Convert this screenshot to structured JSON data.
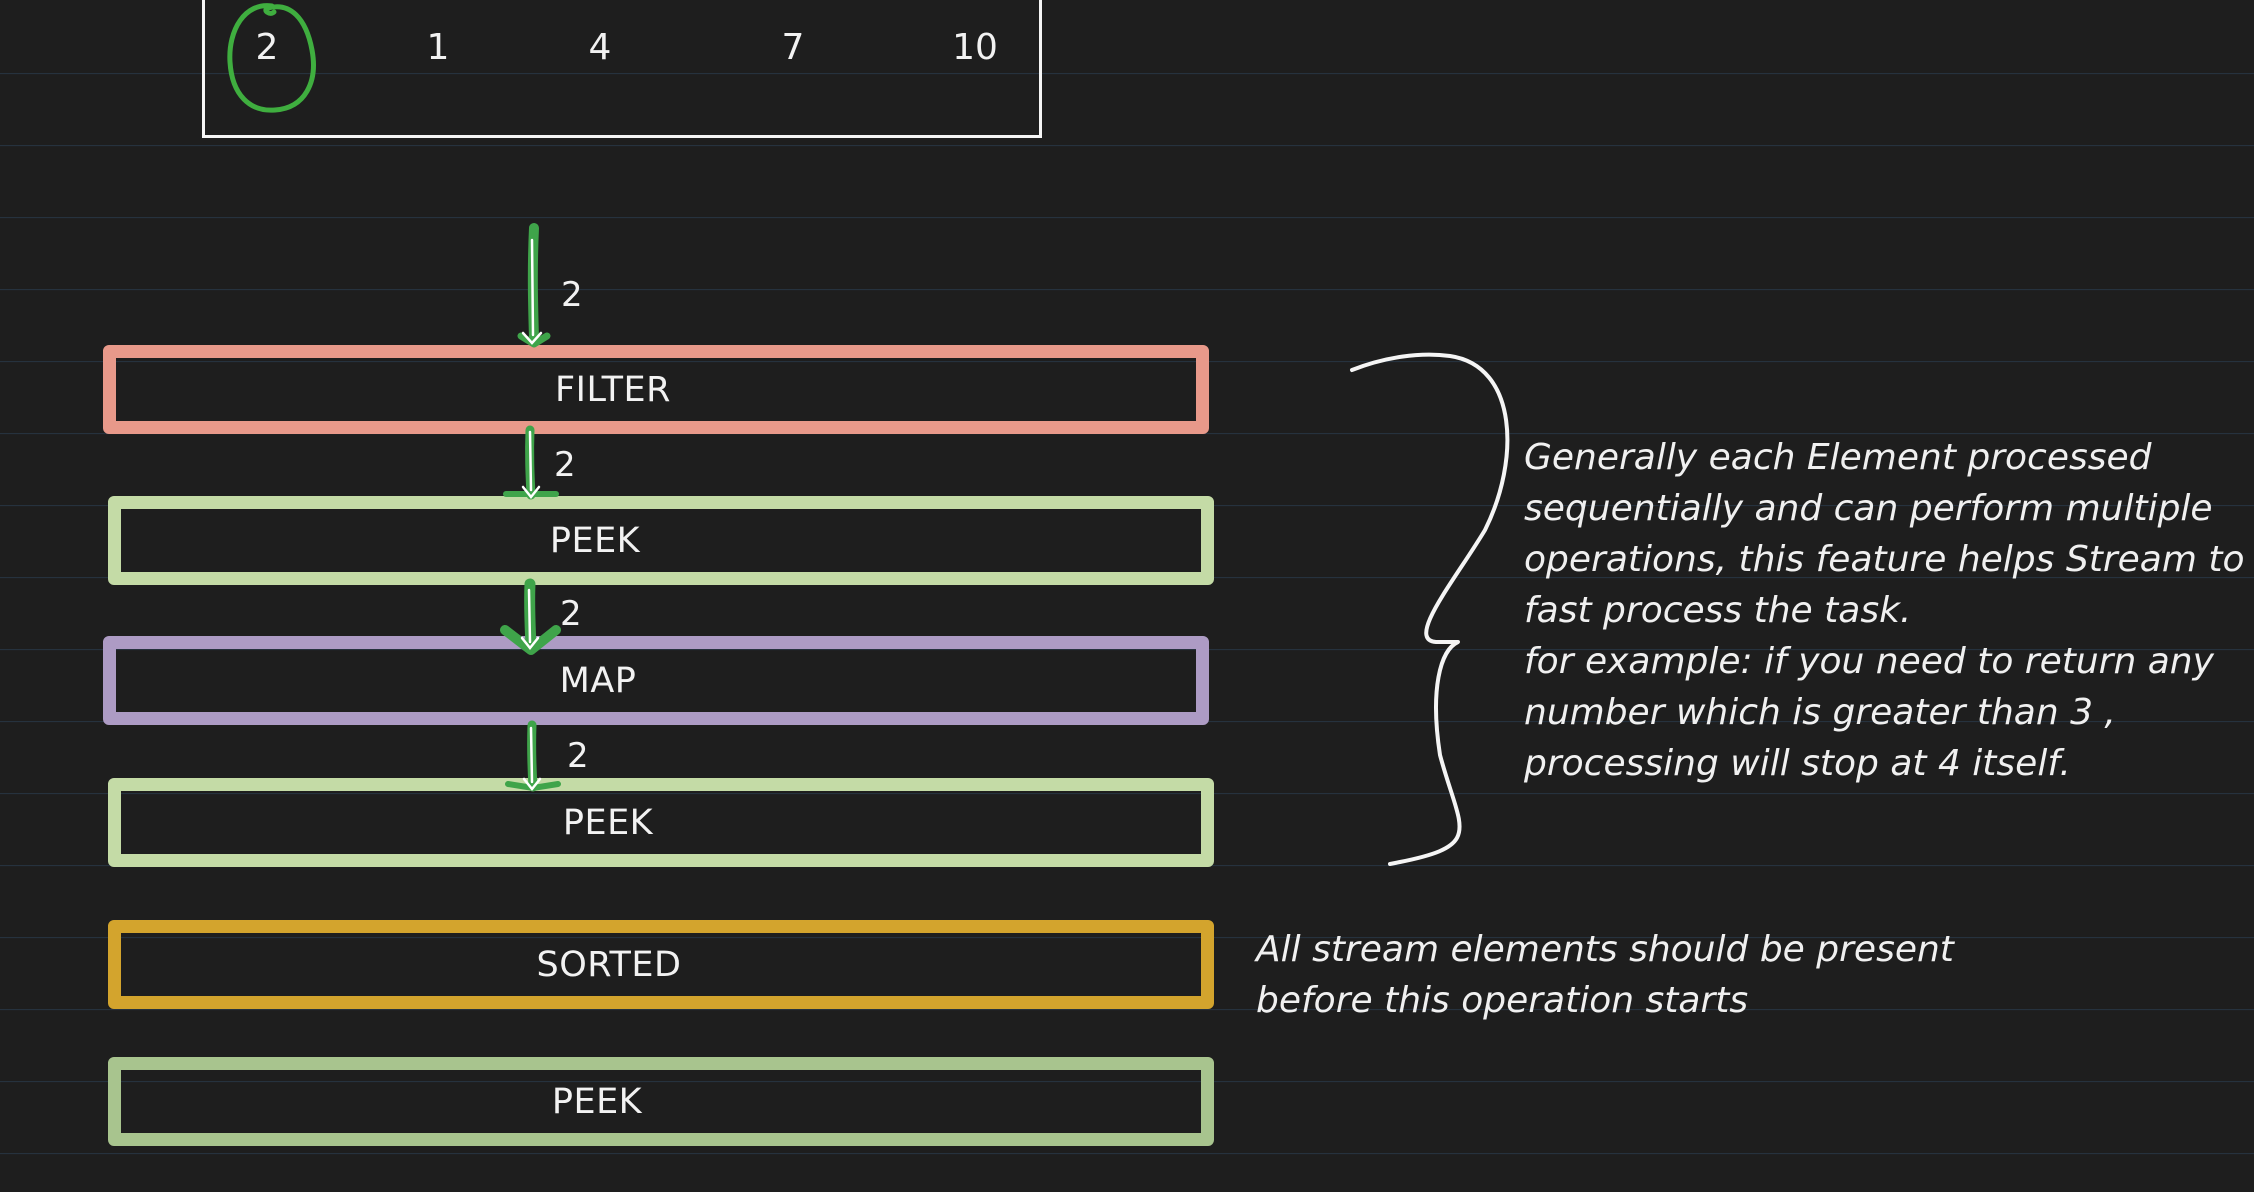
{
  "array": {
    "values": [
      "2",
      "1",
      "4",
      "7",
      "10"
    ],
    "circled_index": 0
  },
  "operations": [
    {
      "label": "FILTER",
      "color": "#e8998a"
    },
    {
      "label": "PEEK",
      "color": "#c4dba6"
    },
    {
      "label": "MAP",
      "color": "#ad9bc4"
    },
    {
      "label": "PEEK",
      "color": "#c4dba6"
    },
    {
      "label": "SORTED",
      "color": "#d3a42d"
    },
    {
      "label": "PEEK",
      "color": "#a8c48e"
    }
  ],
  "flow_values": [
    "2",
    "2",
    "2",
    "2"
  ],
  "notes": {
    "lazy_evaluation": [
      "Generally each Element processed",
      "sequentially and can perform multiple",
      "operations, this feature helps Stream to",
      "fast process the task.",
      "for example: if you need to return any",
      "number which is greater than 3 ,",
      "processing will stop at 4 itself."
    ],
    "sorted": [
      "All stream elements should be present",
      "before this operation starts"
    ]
  },
  "colors": {
    "background": "#1e1e1e",
    "rule_line": "#2a3a4c",
    "arrow_green": "#3fa44a",
    "circle_green": "#3fae3f",
    "ink_white": "#f5f5f5"
  }
}
